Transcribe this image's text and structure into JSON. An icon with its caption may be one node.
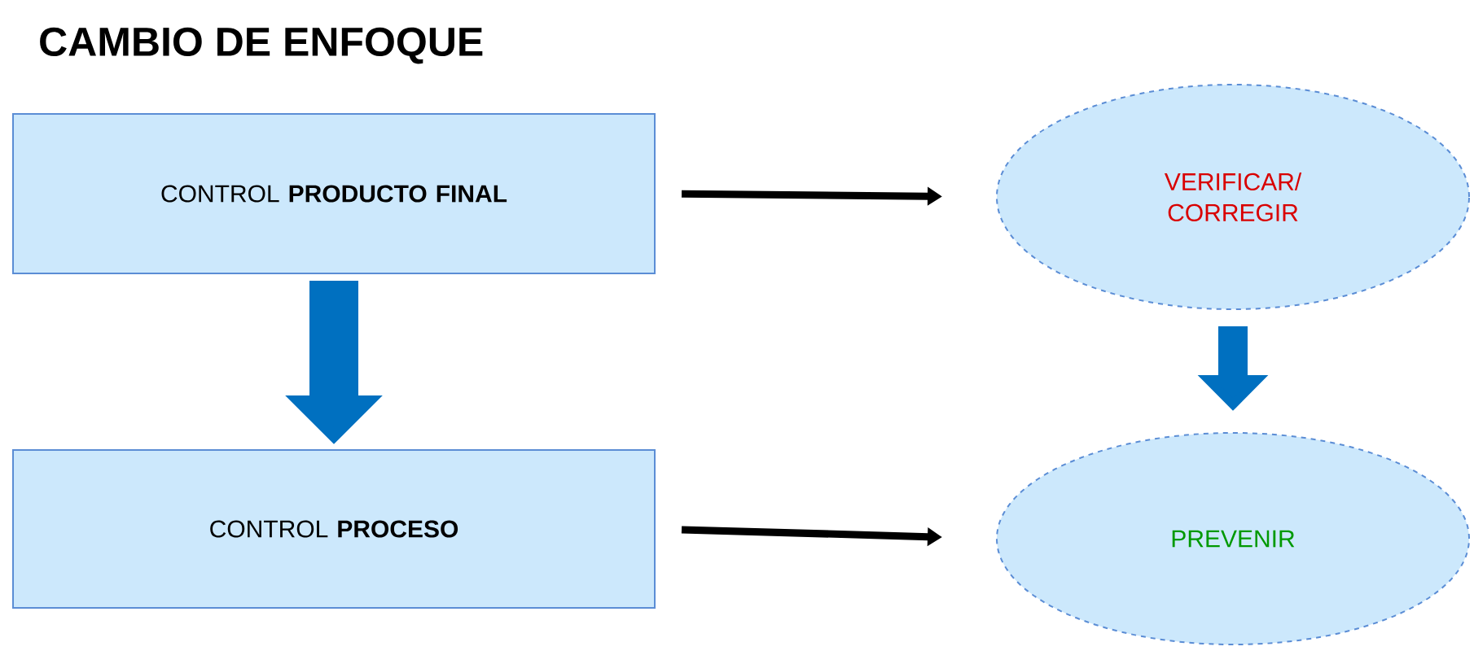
{
  "diagram": {
    "title": "CAMBIO DE ENFOQUE",
    "nodes": [
      {
        "text": [
          "CONTROL **PRODUCTO FINAL**"
        ]
      },
      {
        "text": [
          "VERIFICAR/ CORREGIR"
        ]
      },
      {
        "text": [
          "CONTROL **PROCESO**"
        ]
      },
      {
        "text": [
          "PREVENIR"
        ]
      }
    ],
    "edges": [
      {
        "from": 0,
        "to": 1,
        "arrow": "to"
      },
      {
        "from": 0,
        "to": 2,
        "arrow": "to",
        "style": "thick",
        "color": "#0070c0"
      },
      {
        "from": 1,
        "to": 3,
        "arrow": "to",
        "style": "thick",
        "color": "#0070c0"
      },
      {
        "from": 2,
        "to": 3,
        "arrow": "to"
      }
    ]
  }
}
